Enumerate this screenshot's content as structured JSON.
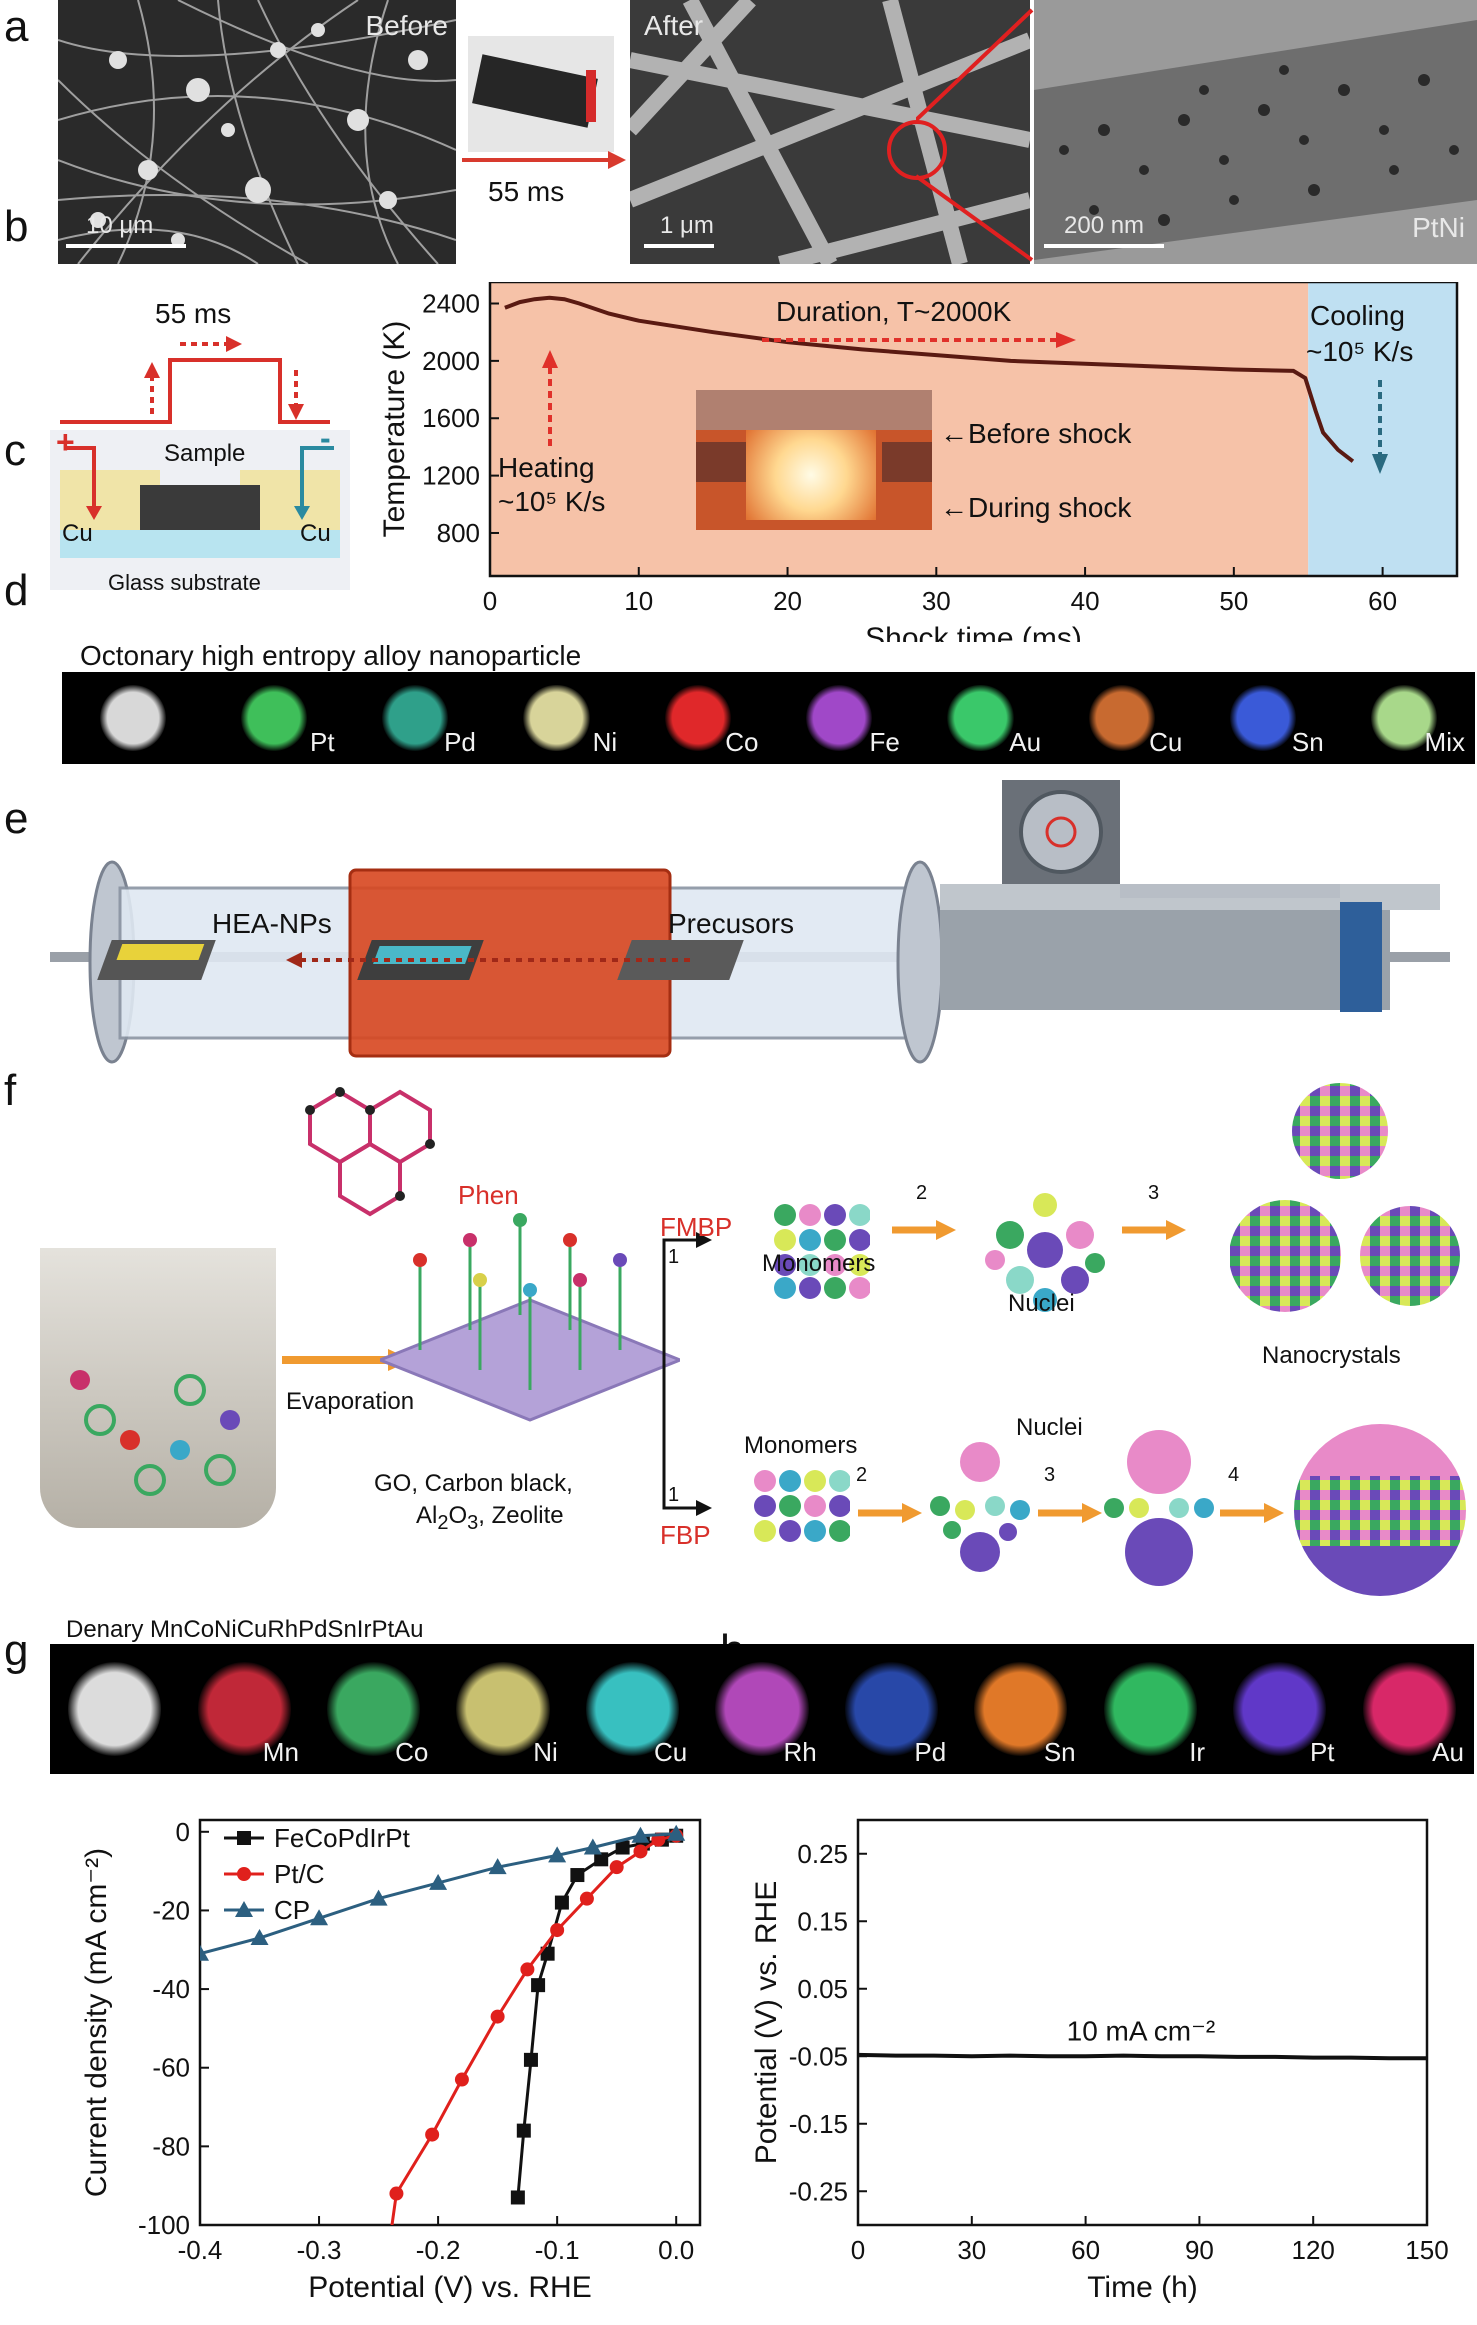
{
  "panel_labels": {
    "a": "a",
    "b": "b",
    "c": "c",
    "d": "d",
    "e": "e",
    "f": "f",
    "g": "g",
    "h": "h"
  },
  "panel_a": {
    "before": "Before",
    "after": "After",
    "time": "55 ms",
    "scale1": "10 μm",
    "scale2": "1 μm",
    "scale3": "200 nm",
    "material": "PtNi"
  },
  "panel_b": {
    "pulse_time": "55 ms",
    "sample": "Sample",
    "cu": "Cu",
    "glass": "Glass substrate",
    "plus": "+",
    "minus": "-",
    "heating": "Heating",
    "heating_rate": "~10⁵ K/s",
    "duration": "Duration, T~2000K",
    "cooling": "Cooling",
    "cooling_rate": "~10⁵ K/s",
    "before_shock": "Before shock",
    "during_shock": "During shock",
    "colors": {
      "heat_bg": "#f6c2a8",
      "cool_bg": "#bfe0f2",
      "trace": "#5a1a12"
    }
  },
  "panel_c": {
    "title": "Octonary high entropy alloy nanoparticle",
    "maps": [
      {
        "label": "",
        "color": "#d8d8d8"
      },
      {
        "label": "Pt",
        "color": "#3fbf5a"
      },
      {
        "label": "Pd",
        "color": "#2fa08a"
      },
      {
        "label": "Ni",
        "color": "#d8d49a"
      },
      {
        "label": "Co",
        "color": "#e0282a"
      },
      {
        "label": "Fe",
        "color": "#a048c8"
      },
      {
        "label": "Au",
        "color": "#3ac86a"
      },
      {
        "label": "Cu",
        "color": "#c86a30"
      },
      {
        "label": "Sn",
        "color": "#3a5ad8"
      },
      {
        "label": "Mix",
        "color": "#a8d88a"
      }
    ]
  },
  "panel_d": {
    "hea": "HEA-NPs",
    "precursors": "Precusors"
  },
  "panel_e": {
    "phen": "Phen",
    "fmbp": "FMBP",
    "fbp": "FBP",
    "monomers": "Monomers",
    "nuclei": "Nuclei",
    "nanocrystals": "Nanocrystals",
    "evaporation": "Evaporation",
    "support1": "GO, Carbon black,",
    "support2_a": "Al",
    "support2_sub1": "2",
    "support2_b": "O",
    "support2_sub2": "3",
    "support2_c": ", Zeolite",
    "steps": [
      "1",
      "2",
      "3",
      "1",
      "2",
      "3",
      "4"
    ]
  },
  "panel_f": {
    "title": "Denary MnCoNiCuRhPdSnIrPtAu",
    "maps": [
      {
        "label": "",
        "color": "#dcdcdc"
      },
      {
        "label": "Mn",
        "color": "#c02838"
      },
      {
        "label": "Co",
        "color": "#3aa860"
      },
      {
        "label": "Ni",
        "color": "#c8c070"
      },
      {
        "label": "Cu",
        "color": "#38c0c0"
      },
      {
        "label": "Rh",
        "color": "#b048b8"
      },
      {
        "label": "Pd",
        "color": "#2848a8"
      },
      {
        "label": "Sn",
        "color": "#e07828"
      },
      {
        "label": "Ir",
        "color": "#30b860"
      },
      {
        "label": "Pt",
        "color": "#6038c8"
      },
      {
        "label": "Au",
        "color": "#d82868"
      }
    ]
  },
  "chart_data": [
    {
      "id": "b",
      "type": "line",
      "xlabel": "Shock time (ms)",
      "ylabel": "Temperature (K)",
      "xlim": [
        0,
        65
      ],
      "ylim": [
        500,
        2550
      ],
      "xticks": [
        0,
        10,
        20,
        30,
        40,
        50,
        60
      ],
      "yticks": [
        800,
        1200,
        1600,
        2000,
        2400
      ],
      "series": [
        {
          "x": [
            1,
            2,
            3,
            4,
            5,
            6,
            8,
            10,
            15,
            20,
            25,
            30,
            35,
            40,
            45,
            50,
            54,
            54.8,
            55.5,
            56,
            57,
            58
          ],
          "y": [
            2370,
            2410,
            2430,
            2440,
            2430,
            2400,
            2330,
            2280,
            2200,
            2130,
            2080,
            2040,
            2000,
            1980,
            1960,
            1940,
            1930,
            1880,
            1650,
            1500,
            1380,
            1300
          ]
        }
      ]
    },
    {
      "id": "g",
      "type": "line",
      "xlabel": "Potential (V) vs. RHE",
      "ylabel": "Current density (mA cm⁻²)",
      "xlim": [
        -0.4,
        0.02
      ],
      "ylim": [
        -100,
        3
      ],
      "xticks": [
        -0.4,
        -0.3,
        -0.2,
        -0.1,
        0.0
      ],
      "yticks": [
        0,
        -20,
        -40,
        -60,
        -80,
        -100
      ],
      "xtick_labels": [
        "-0.4",
        "-0.3",
        "-0.2",
        "-0.1",
        "0.0"
      ],
      "ytick_labels": [
        "0",
        "-20",
        "-40",
        "-60",
        "-80",
        "-100"
      ],
      "series": [
        {
          "name": "FeCoPdIrPt",
          "color": "#111111",
          "marker": "square",
          "x": [
            -0.133,
            -0.128,
            -0.122,
            -0.116,
            -0.108,
            -0.096,
            -0.083,
            -0.063,
            -0.045,
            -0.028,
            -0.012,
            0.0
          ],
          "y": [
            -93,
            -76,
            -58,
            -39,
            -31,
            -18,
            -11,
            -7,
            -4,
            -3,
            -2,
            -1
          ]
        },
        {
          "name": "Pt/C",
          "color": "#e0201c",
          "marker": "circle",
          "x": [
            -0.248,
            -0.235,
            -0.205,
            -0.18,
            -0.15,
            -0.125,
            -0.1,
            -0.075,
            -0.05,
            -0.03,
            -0.015,
            0.0
          ],
          "y": [
            -120,
            -92,
            -77,
            -63,
            -47,
            -35,
            -25,
            -17,
            -9,
            -5,
            -2,
            -1
          ]
        },
        {
          "name": "CP",
          "color": "#2c5f80",
          "marker": "triangle",
          "x": [
            -0.4,
            -0.35,
            -0.3,
            -0.25,
            -0.2,
            -0.15,
            -0.1,
            -0.07,
            -0.03,
            0.0
          ],
          "y": [
            -31,
            -27,
            -22,
            -17,
            -13,
            -9,
            -6,
            -4,
            -1,
            -0.5
          ]
        }
      ]
    },
    {
      "id": "h",
      "type": "line",
      "xlabel": "Time (h)",
      "ylabel": "Potential (V) vs. RHE",
      "xlim": [
        0,
        150
      ],
      "ylim": [
        -0.3,
        0.3
      ],
      "xticks": [
        0,
        30,
        60,
        90,
        120,
        150
      ],
      "yticks": [
        0.25,
        0.15,
        0.05,
        -0.05,
        -0.15,
        -0.25
      ],
      "ytick_labels": [
        "0.25",
        "0.15",
        "0.05",
        "-0.05",
        "-0.15",
        "-0.25"
      ],
      "annotation": "10 mA cm⁻²",
      "series": [
        {
          "x": [
            0,
            10,
            20,
            30,
            40,
            50,
            60,
            70,
            80,
            90,
            100,
            110,
            120,
            130,
            140,
            150
          ],
          "y": [
            -0.048,
            -0.049,
            -0.049,
            -0.05,
            -0.049,
            -0.05,
            -0.05,
            -0.049,
            -0.05,
            -0.05,
            -0.051,
            -0.051,
            -0.052,
            -0.052,
            -0.053,
            -0.053
          ]
        }
      ]
    }
  ]
}
